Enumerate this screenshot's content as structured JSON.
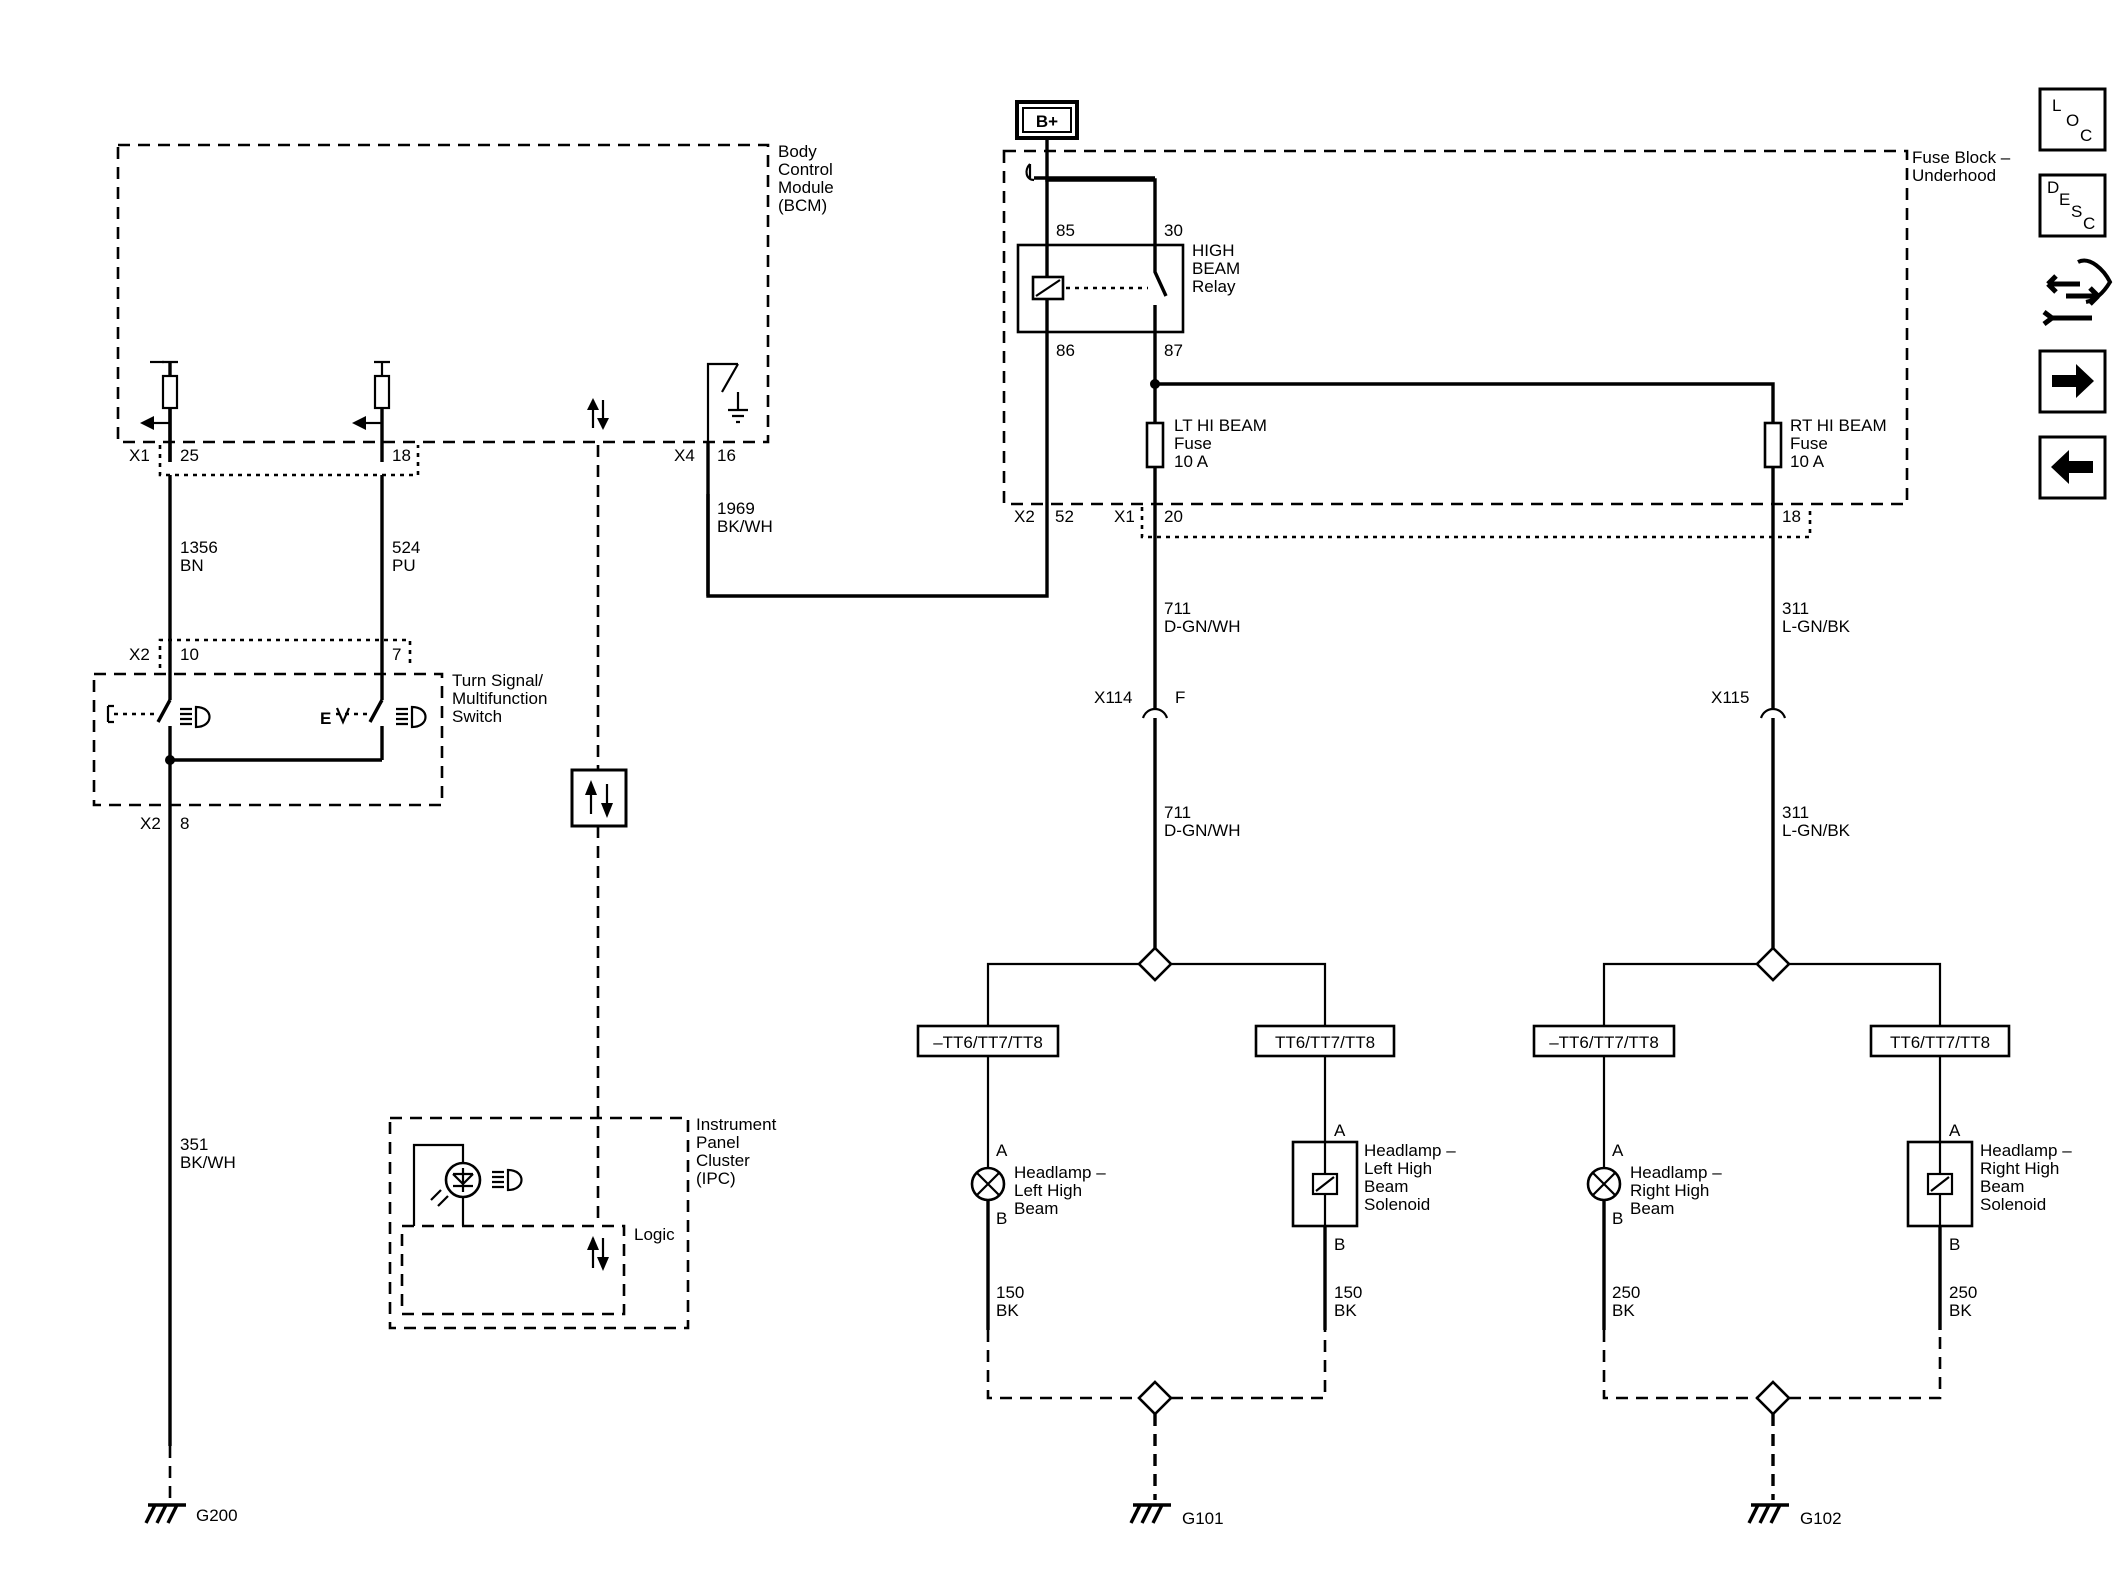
{
  "supply": "B+",
  "bcm": {
    "lines": [
      "Body",
      "Control",
      "Module",
      "(BCM)"
    ]
  },
  "fuse_block": {
    "lines": [
      "Fuse Block –",
      "Underhood"
    ]
  },
  "relay": {
    "lines": [
      "HIGH",
      "BEAM",
      "Relay"
    ],
    "pin85": "85",
    "pin30": "30",
    "pin86": "86",
    "pin87": "87"
  },
  "lt_fuse": {
    "lines": [
      "LT HI BEAM",
      "Fuse",
      "10 A"
    ]
  },
  "rt_fuse": {
    "lines": [
      "RT HI BEAM",
      "Fuse",
      "10 A"
    ]
  },
  "connectors": {
    "bcm_x1": "X1",
    "bcm_x1_p25": "25",
    "bcm_x1_p18": "18",
    "bcm_x4": "X4",
    "bcm_x4_p16": "16",
    "fb_x2": "X2",
    "fb_x2_p52": "52",
    "fb_x1": "X1",
    "fb_x1_p20": "20",
    "fb_x1_p18": "18",
    "sw_x2_top": "X2",
    "sw_p10": "10",
    "sw_p7": "7",
    "sw_x2_bot": "X2",
    "sw_p8": "8",
    "x114": "X114",
    "x114_pin": "F",
    "x115": "X115"
  },
  "wires": {
    "w1356": [
      "1356",
      "BN"
    ],
    "w524": [
      "524",
      "PU"
    ],
    "w1969": [
      "1969",
      "BK/WH"
    ],
    "w711a": [
      "711",
      "D-GN/WH"
    ],
    "w711b": [
      "711",
      "D-GN/WH"
    ],
    "w311a": [
      "311",
      "L-GN/BK"
    ],
    "w311b": [
      "311",
      "L-GN/BK"
    ],
    "w351": [
      "351",
      "BK/WH"
    ],
    "w150a": [
      "150",
      "BK"
    ],
    "w150b": [
      "150",
      "BK"
    ],
    "w250a": [
      "250",
      "BK"
    ],
    "w250b": [
      "250",
      "BK"
    ]
  },
  "switch": {
    "lines": [
      "Turn Signal/",
      "Multifunction",
      "Switch"
    ]
  },
  "ipc": {
    "lines": [
      "Instrument",
      "Panel",
      "Cluster",
      "(IPC)"
    ],
    "logic": "Logic"
  },
  "options": {
    "not_tt": "–TT6/TT7/TT8",
    "tt": "TT6/TT7/TT8"
  },
  "lamps": {
    "left_bulb": [
      "Headlamp –",
      "Left High",
      "Beam"
    ],
    "left_sol": [
      "Headlamp –",
      "Left High",
      "Beam",
      "Solenoid"
    ],
    "right_bulb": [
      "Headlamp –",
      "Right High",
      "Beam"
    ],
    "right_sol": [
      "Headlamp –",
      "Right High",
      "Beam",
      "Solenoid"
    ],
    "pin_a": "A",
    "pin_b": "B"
  },
  "grounds": {
    "g200": "G200",
    "g101": "G101",
    "g102": "G102"
  },
  "nav": {
    "loc": [
      "L",
      "O",
      "C"
    ],
    "desc": [
      "D",
      "E",
      "S",
      "C"
    ]
  }
}
